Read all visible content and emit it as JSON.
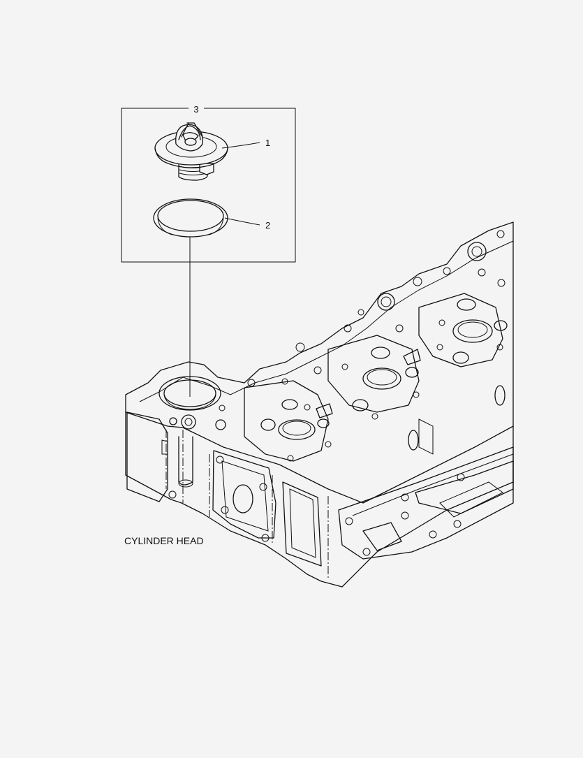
{
  "diagram": {
    "callouts": [
      {
        "id": "callout-3",
        "label": "3"
      },
      {
        "id": "callout-1",
        "label": "1"
      },
      {
        "id": "callout-2",
        "label": "2"
      }
    ],
    "caption": "CYLINDER HEAD"
  },
  "parts": [
    {
      "name": "thermostat",
      "callout": "1",
      "icon": "thermostat-icon"
    },
    {
      "name": "o-ring",
      "callout": "2",
      "icon": "o-ring-icon"
    },
    {
      "name": "thermostat-assembly",
      "callout": "3",
      "icon": "assembly-box"
    },
    {
      "name": "cylinder-head",
      "icon": "cylinder-head-icon"
    }
  ]
}
